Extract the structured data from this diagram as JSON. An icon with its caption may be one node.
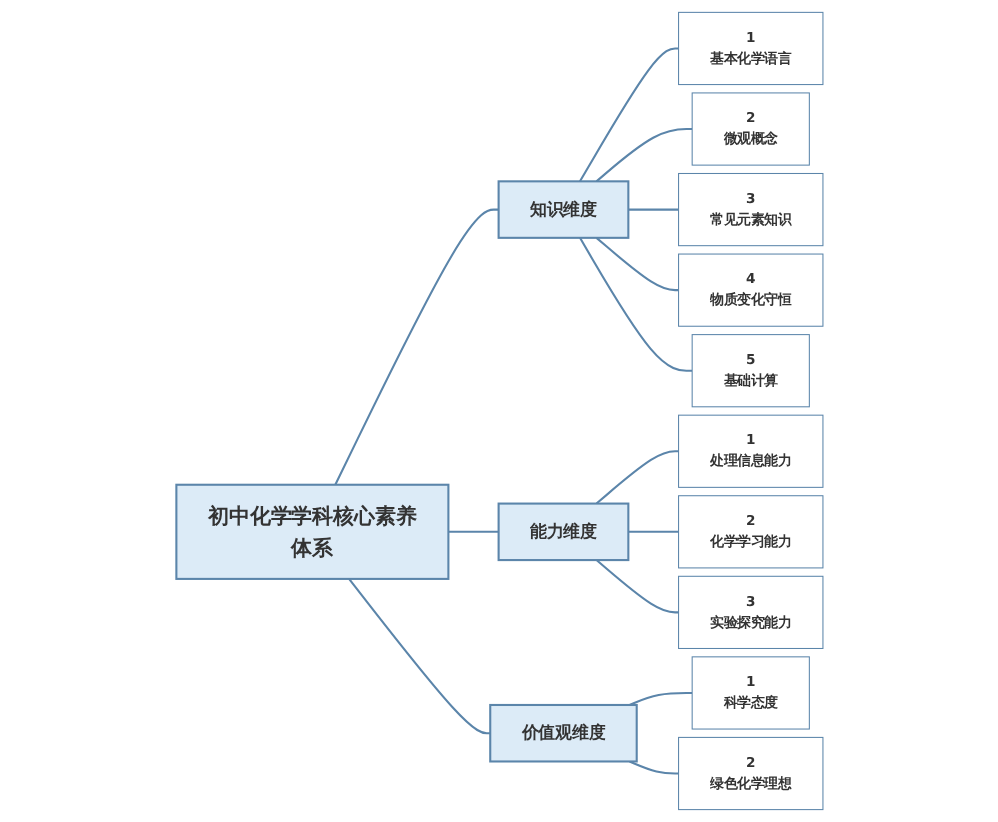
{
  "diagram": {
    "nodes": [
      {
        "text": [
          "初中化学学科核心素养体系"
        ]
      },
      {
        "text": [
          "知识维度"
        ]
      },
      {
        "text": [
          "1",
          "基本化学语言"
        ]
      },
      {
        "text": [
          "2",
          "微观概念"
        ]
      },
      {
        "text": [
          "3",
          "常见元素知识"
        ]
      },
      {
        "text": [
          "4",
          "物质变化守恒"
        ]
      },
      {
        "text": [
          "5",
          "基础计算"
        ]
      },
      {
        "text": [
          "能力维度"
        ]
      },
      {
        "text": [
          "1",
          "处理信息能力"
        ]
      },
      {
        "text": [
          "2",
          "化学学习能力"
        ]
      },
      {
        "text": [
          "3",
          "实验探究能力"
        ]
      },
      {
        "text": [
          "价值观维度"
        ]
      },
      {
        "text": [
          "1",
          "科学态度"
        ]
      },
      {
        "text": [
          "2",
          "绿色化学理想"
        ]
      }
    ],
    "edges": [
      {
        "from": 0,
        "to": 1,
        "arrow": "none"
      },
      {
        "from": 1,
        "to": 2,
        "arrow": "none"
      },
      {
        "from": 1,
        "to": 3,
        "arrow": "none"
      },
      {
        "from": 1,
        "to": 4,
        "arrow": "none"
      },
      {
        "from": 1,
        "to": 5,
        "arrow": "none"
      },
      {
        "from": 1,
        "to": 6,
        "arrow": "none"
      },
      {
        "from": 0,
        "to": 7,
        "arrow": "none"
      },
      {
        "from": 7,
        "to": 8,
        "arrow": "none"
      },
      {
        "from": 7,
        "to": 9,
        "arrow": "none"
      },
      {
        "from": 7,
        "to": 10,
        "arrow": "none"
      },
      {
        "from": 0,
        "to": 11,
        "arrow": "none"
      },
      {
        "from": 11,
        "to": 12,
        "arrow": "none"
      },
      {
        "from": 11,
        "to": 13,
        "arrow": "none"
      }
    ]
  }
}
